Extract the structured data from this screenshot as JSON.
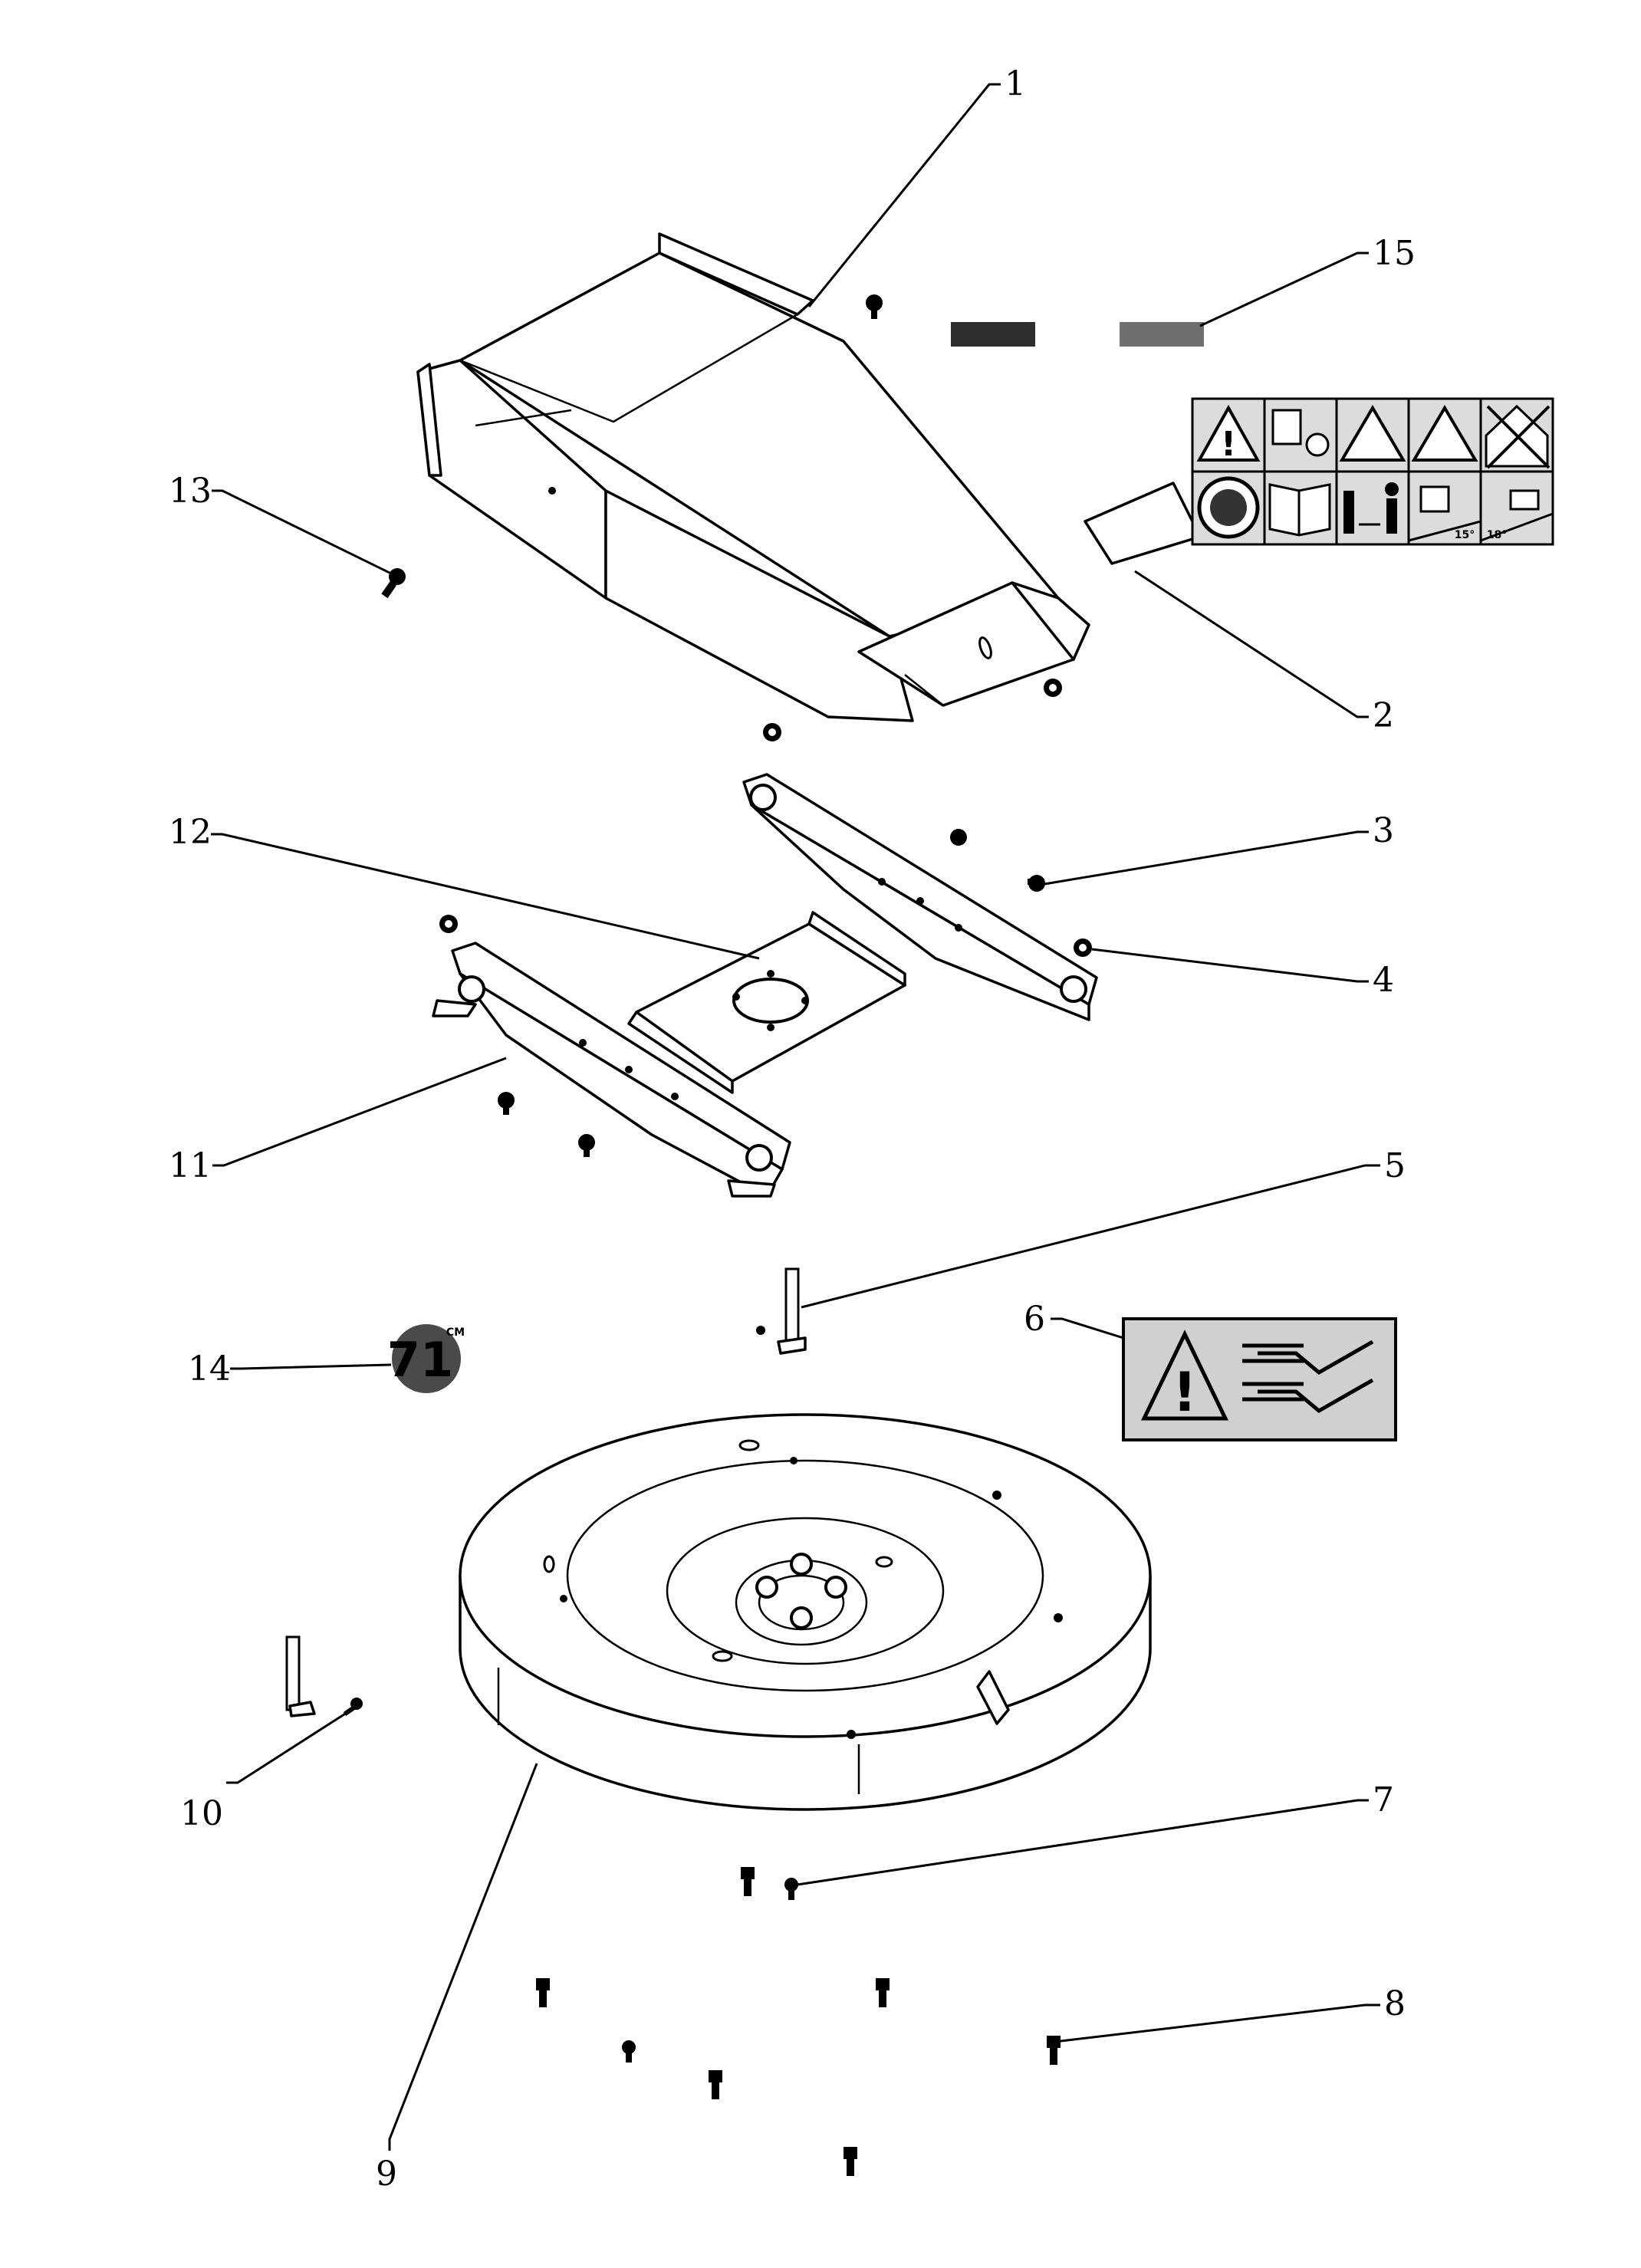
{
  "callouts": [
    {
      "id": "1",
      "label": "1"
    },
    {
      "id": "2",
      "label": "2"
    },
    {
      "id": "3",
      "label": "3"
    },
    {
      "id": "4",
      "label": "4"
    },
    {
      "id": "5",
      "label": "5"
    },
    {
      "id": "6",
      "label": "6"
    },
    {
      "id": "7",
      "label": "7"
    },
    {
      "id": "8",
      "label": "8"
    },
    {
      "id": "9",
      "label": "9"
    },
    {
      "id": "10",
      "label": "10"
    },
    {
      "id": "11",
      "label": "11"
    },
    {
      "id": "12",
      "label": "12"
    },
    {
      "id": "13",
      "label": "13"
    },
    {
      "id": "14",
      "label": "14"
    },
    {
      "id": "15",
      "label": "15"
    }
  ],
  "decal_size": {
    "number": "71",
    "unit": "CM"
  },
  "slope_decal": {
    "angle_a": "15°",
    "angle_b": "18°"
  },
  "colors": {
    "line": "#000000",
    "decal_fill": "#d0d0d0",
    "badge": "#4a4a4a",
    "strip_dark": "#2f2f2f",
    "strip_light": "#6f6f6f",
    "paper": "#ffffff"
  }
}
